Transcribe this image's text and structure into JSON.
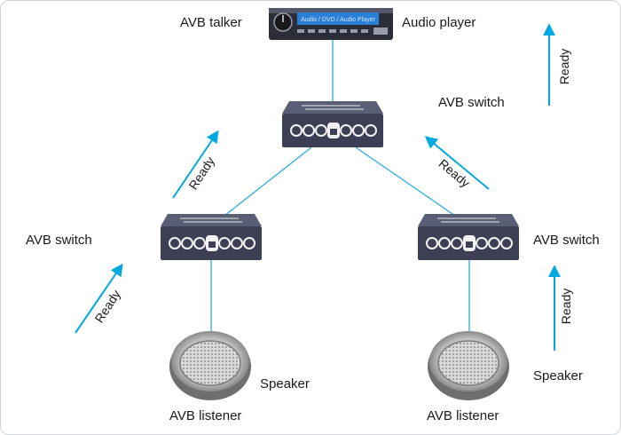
{
  "labels": {
    "talker": "AVB talker",
    "audio_player": "Audio player",
    "switch_top": "AVB switch",
    "switch_left": "AVB switch",
    "switch_right": "AVB switch",
    "speaker_left": "Speaker",
    "speaker_right": "Speaker",
    "listener_left": "AVB listener",
    "listener_right": "AVB listener"
  },
  "ready_text": "Ready",
  "device_text": {
    "player_display": "Audio / DVD / Audio Player"
  },
  "colors": {
    "link": "#29abe2",
    "arrow": "#00a8e0",
    "switch_body": "#3d4054",
    "switch_top": "#5a5e74",
    "text": "#1a1a1a"
  },
  "icons": [
    "audio-player-icon",
    "avb-switch-icon",
    "speaker-icon",
    "ready-arrow-icon"
  ]
}
